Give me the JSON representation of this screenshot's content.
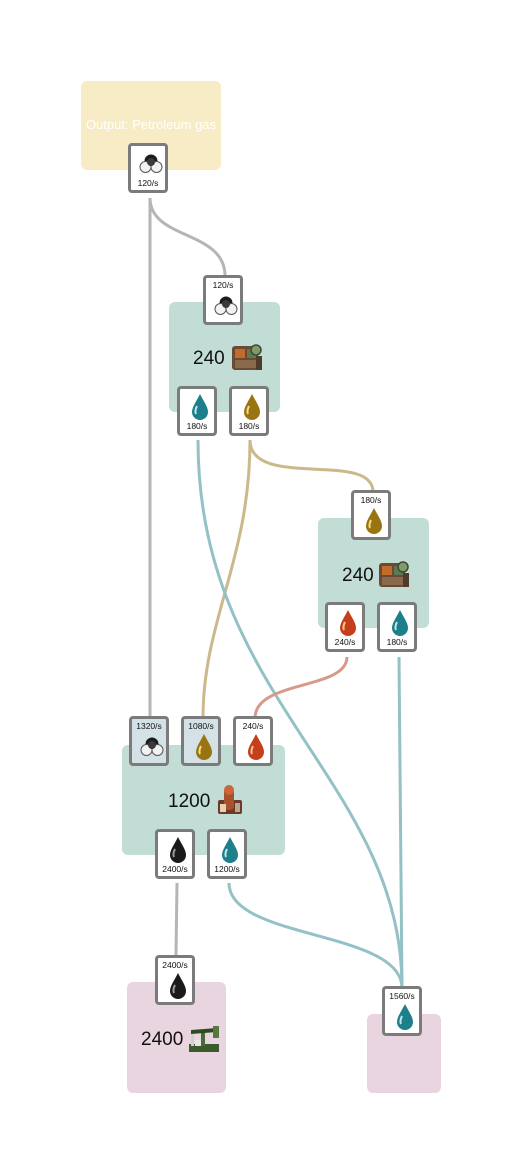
{
  "colors": {
    "gas_edge": "#b5b5b5",
    "heavy_edge": "#cbb98c",
    "light_edge": "#d89a88",
    "water_edge": "#93c1c6",
    "crude_edge": "#b5b5b5"
  },
  "output": {
    "title": "Output: Petroleum gas",
    "port": {
      "icon": "petroleum-gas-icon",
      "rate": "120/s"
    }
  },
  "gas_cracking": {
    "count": "240",
    "machine": "chemical-plant-icon",
    "input": {
      "icon": "petroleum-gas-icon",
      "rate": "120/s"
    },
    "outputs": [
      {
        "icon": "water-drop-icon",
        "rate": "180/s"
      },
      {
        "icon": "heavy-oil-drop-icon",
        "rate": "180/s"
      }
    ]
  },
  "heavy_cracking": {
    "count": "240",
    "machine": "chemical-plant-icon",
    "input": {
      "icon": "heavy-oil-drop-icon",
      "rate": "180/s"
    },
    "outputs": [
      {
        "icon": "light-oil-drop-icon",
        "rate": "240/s"
      },
      {
        "icon": "water-drop-icon",
        "rate": "180/s"
      }
    ]
  },
  "refinery": {
    "count": "1200",
    "machine": "oil-refinery-icon",
    "inputs": [
      {
        "icon": "petroleum-gas-icon",
        "rate": "1320/s"
      },
      {
        "icon": "heavy-oil-drop-icon",
        "rate": "1080/s"
      },
      {
        "icon": "light-oil-drop-icon",
        "rate": "240/s"
      }
    ],
    "outputs": [
      {
        "icon": "crude-oil-drop-icon",
        "rate": "2400/s"
      },
      {
        "icon": "water-drop-icon",
        "rate": "1200/s"
      }
    ]
  },
  "pumpjack": {
    "count": "2400",
    "machine": "pumpjack-icon",
    "input": {
      "icon": "crude-oil-drop-icon",
      "rate": "2400/s"
    }
  },
  "water_sink": {
    "input": {
      "icon": "water-drop-icon",
      "rate": "1560/s"
    }
  }
}
